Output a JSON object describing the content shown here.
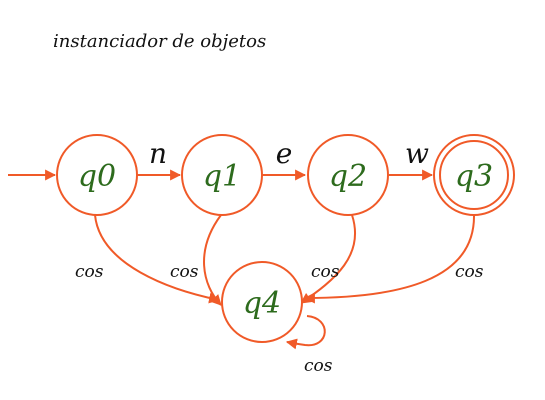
{
  "title": "instanciador de objetos",
  "colors": {
    "edge": "#f05a28",
    "state_text": "#2d6b1d",
    "label_text": "#111111"
  },
  "states": [
    {
      "id": "q0",
      "label": "q0",
      "accepting": false,
      "initial": true
    },
    {
      "id": "q1",
      "label": "q1",
      "accepting": false,
      "initial": false
    },
    {
      "id": "q2",
      "label": "q2",
      "accepting": false,
      "initial": false
    },
    {
      "id": "q3",
      "label": "q3",
      "accepting": true,
      "initial": false
    },
    {
      "id": "q4",
      "label": "q4",
      "accepting": false,
      "initial": false
    }
  ],
  "transitions": [
    {
      "from": "q0",
      "to": "q1",
      "label": "n"
    },
    {
      "from": "q1",
      "to": "q2",
      "label": "e"
    },
    {
      "from": "q2",
      "to": "q3",
      "label": "w"
    },
    {
      "from": "q0",
      "to": "q4",
      "label": "cos"
    },
    {
      "from": "q1",
      "to": "q4",
      "label": "cos"
    },
    {
      "from": "q2",
      "to": "q4",
      "label": "cos"
    },
    {
      "from": "q3",
      "to": "q4",
      "label": "cos"
    },
    {
      "from": "q4",
      "to": "q4",
      "label": "cos"
    }
  ]
}
